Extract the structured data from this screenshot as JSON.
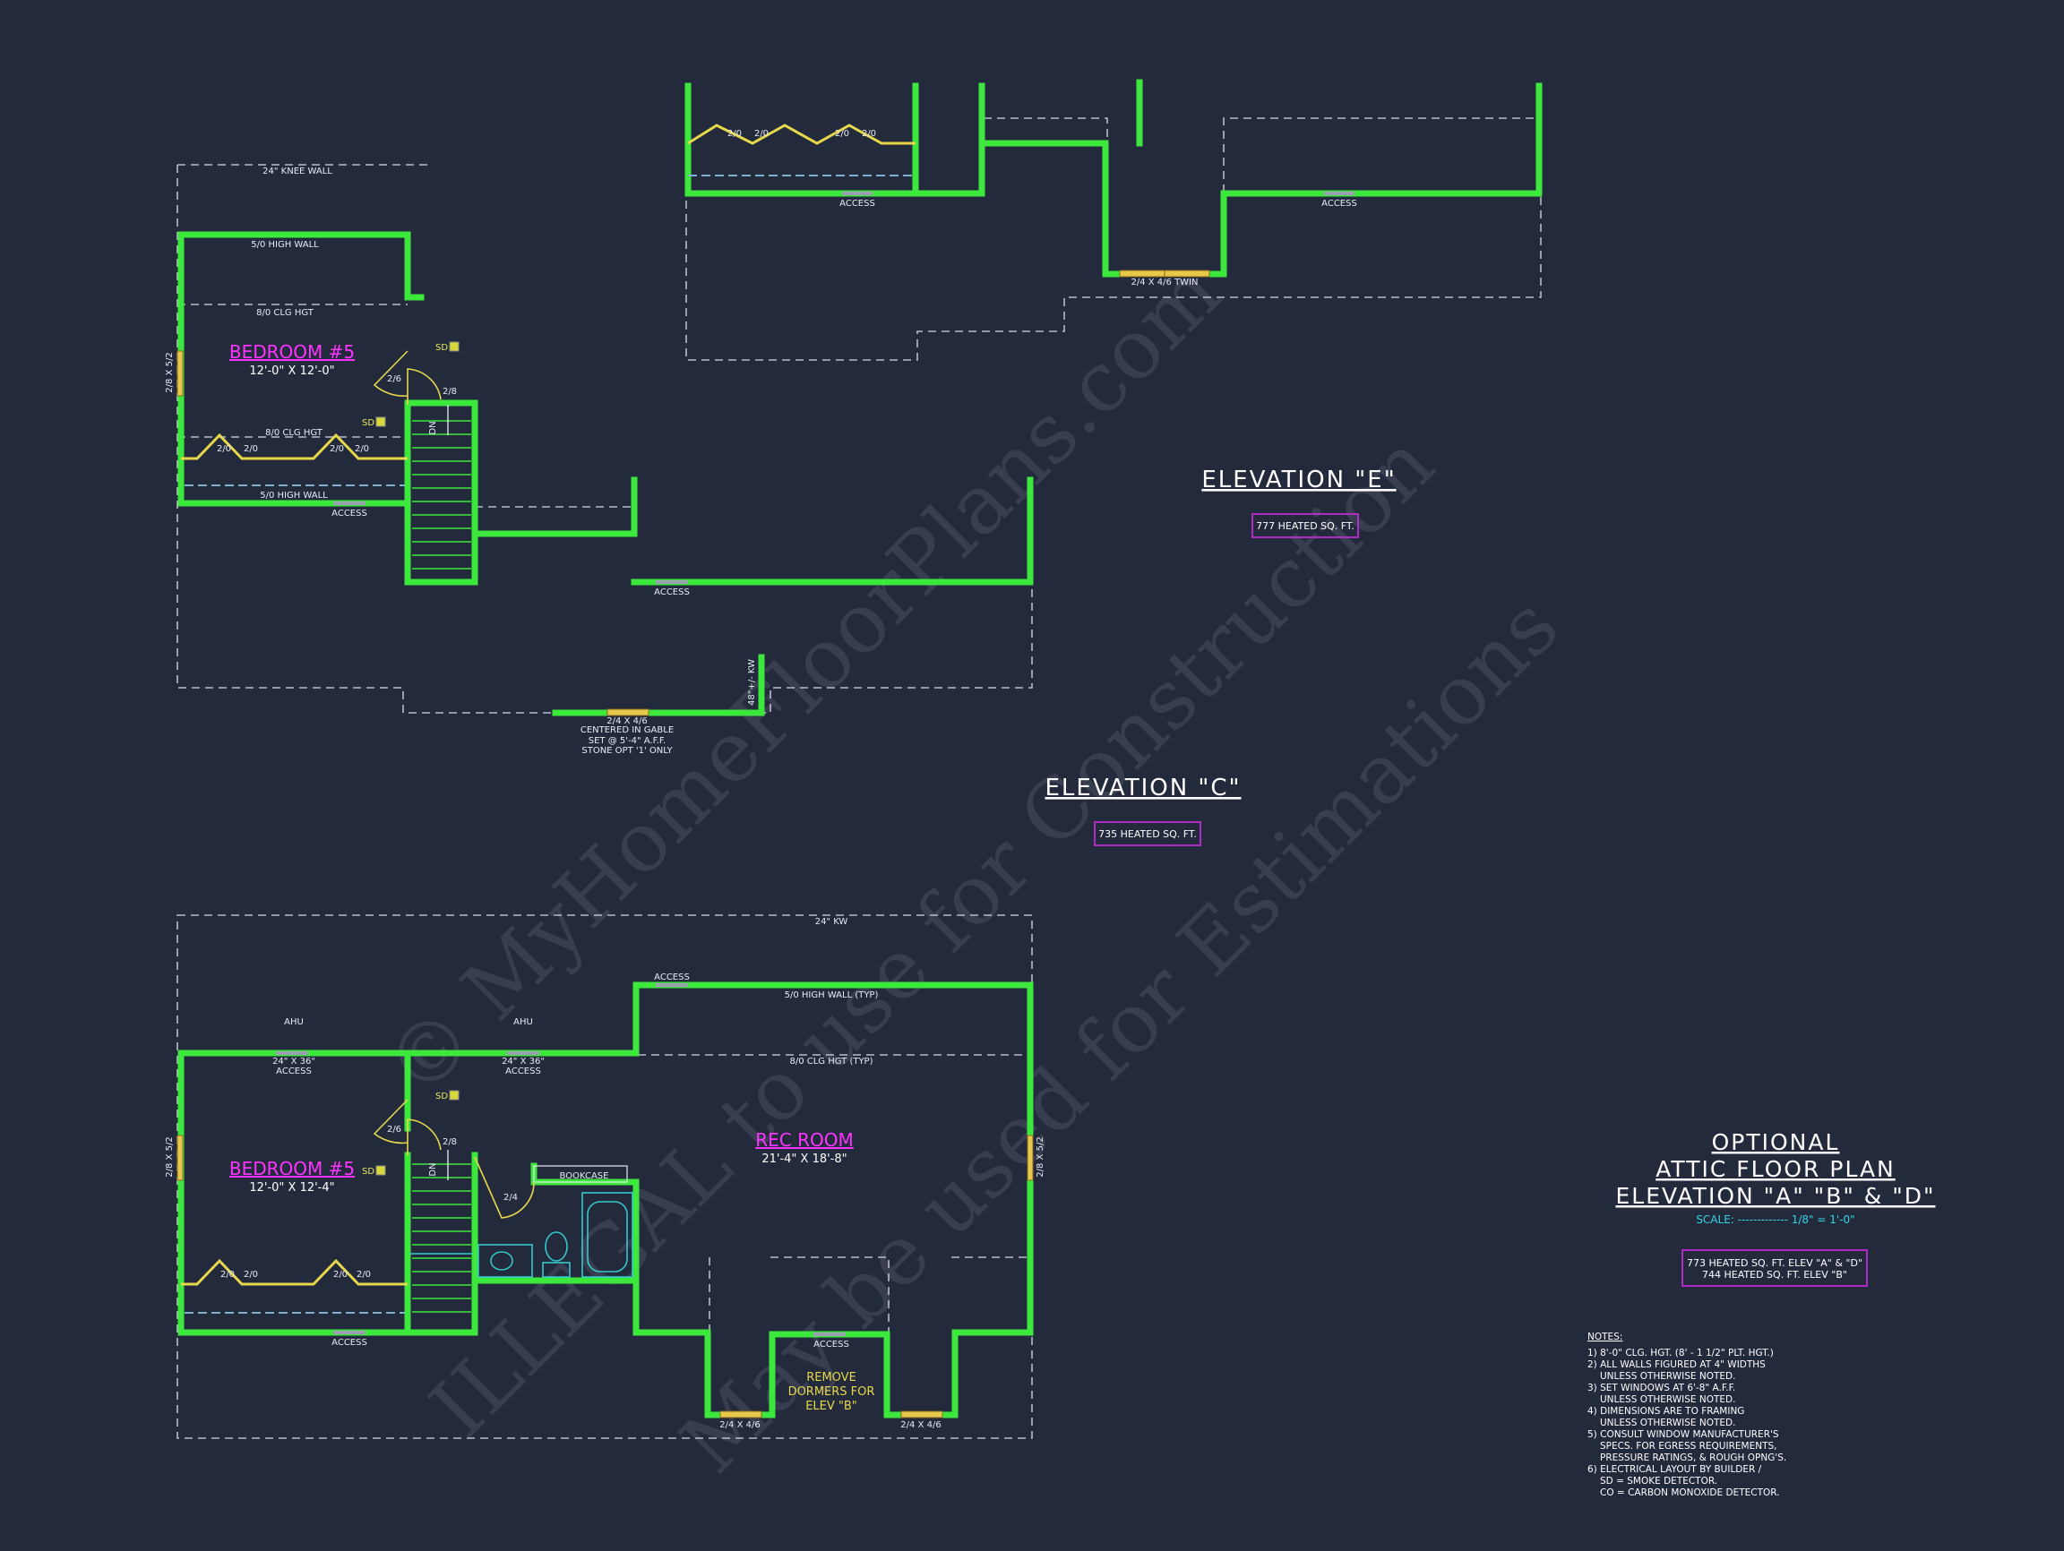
{
  "watermark": [
    "© MyHomeFloorPlans.com",
    "ILLEGAL to use for Construction",
    "May be used for Estimations"
  ],
  "elevation_e": {
    "title": "ELEVATION \"E\"",
    "sqft": "777 HEATED SQ. FT."
  },
  "elevation_c": {
    "title": "ELEVATION \"C\"",
    "sqft": "735 HEATED SQ. FT."
  },
  "plan_e": {
    "labels": {
      "access_left": "ACCESS",
      "access_right": "ACCESS",
      "window_twin": "2/4 X 4/6 TWIN",
      "dormer_w1": "2/0",
      "dormer_w2": "2/0",
      "dormer_w3": "2/0",
      "dormer_w4": "2/0"
    }
  },
  "plan_c": {
    "knee_wall": "24\" KNEE WALL",
    "high_wall_top": "5/0 HIGH WALL",
    "clg_hgt_top": "8/0 CLG HGT",
    "room_name": "BEDROOM #5",
    "room_dim": "12'-0\" X 12'-0\"",
    "window_side": "2/8 X 5/2",
    "door_a": "2/6",
    "door_b": "2/8",
    "sd1": "SD",
    "sd2": "SD",
    "clg_hgt_low": "8/0 CLG HGT",
    "dormer_w1": "2/0",
    "dormer_w2": "2/0",
    "dormer_w3": "2/0",
    "dormer_w4": "2/0",
    "high_wall_low": "5/0 HIGH WALL",
    "access1": "ACCESS",
    "access2": "ACCESS",
    "stair_dn": "DN",
    "gable_window": "2/4 X 4/6",
    "gable_note1": "CENTERED IN GABLE",
    "gable_note2": "SET @ 5'-4\" A.F.F.",
    "gable_note3": "STONE OPT '1' ONLY",
    "kw": "48\"+/- KW"
  },
  "plan_abd": {
    "kw_top": "24\" KW",
    "ahu1": "AHU",
    "ahu2": "AHU",
    "access_top": "ACCESS",
    "high_wall": "5/0 HIGH WALL (TYP)",
    "clg_hgt": "8/0 CLG HGT (TYP)",
    "ahu_access1": "24\" X 36\"",
    "ahu_access1b": "ACCESS",
    "ahu_access2": "24\" X 36\"",
    "ahu_access2b": "ACCESS",
    "sd1": "SD",
    "sd2": "SD",
    "door_a": "2/6",
    "door_b": "2/8",
    "door_c": "2/4",
    "bedroom_name": "BEDROOM #5",
    "bedroom_dim": "12'-0\" X 12'-4\"",
    "window_left": "2/8 X 5/2",
    "window_right": "2/8 X 5/2",
    "rec_name": "REC ROOM",
    "rec_dim": "21'-4\" X 18'-8\"",
    "bookcase": "BOOKCASE",
    "stair_dn": "DN",
    "dormer_w1": "2/0",
    "dormer_w2": "2/0",
    "dormer_w3": "2/0",
    "dormer_w4": "2/0",
    "access_bottom_left": "ACCESS",
    "access_bottom_mid": "ACCESS",
    "remove1": "REMOVE",
    "remove2": "DORMERS FOR",
    "remove3": "ELEV \"B\"",
    "win_dormer1": "2/4 X 4/6",
    "win_dormer2": "2/4 X 4/6"
  },
  "title_block": {
    "line1": "OPTIONAL",
    "line2": "ATTIC FLOOR PLAN",
    "line3": "ELEVATION \"A\" \"B\" & \"D\"",
    "scale": "SCALE: ------------- 1/8\" = 1'-0\"",
    "sqft1": "773 HEATED SQ. FT. ELEV \"A\" & \"D\"",
    "sqft2": "744 HEATED SQ. FT. ELEV \"B\""
  },
  "notes": {
    "heading": "NOTES:",
    "lines": [
      "1) 8'-0\" CLG. HGT. (8' - 1 1/2\" PLT. HGT.)",
      "2) ALL WALLS FIGURED AT 4\" WIDTHS",
      "UNLESS OTHERWISE NOTED.",
      "3) SET WINDOWS AT 6'-8\" A.F.F.",
      "UNLESS OTHERWISE NOTED.",
      "4) DIMENSIONS ARE TO FRAMING",
      "UNLESS OTHERWISE NOTED.",
      "5) CONSULT WINDOW MANUFACTURER'S",
      "SPECS. FOR EGRESS REQUIREMENTS,",
      "PRESSURE RATINGS, & ROUGH OPNG'S.",
      "6) ELECTRICAL LAYOUT BY BUILDER /",
      "SD = SMOKE DETECTOR.",
      "CO = CARBON MONOXIDE DETECTOR."
    ]
  },
  "colors": {
    "background": "#232a3c",
    "wall": "#3de83d",
    "room_label": "#ff33ff",
    "box": "#c22bd6",
    "window": "#e6c84a",
    "scale_text": "#33d6e6"
  }
}
